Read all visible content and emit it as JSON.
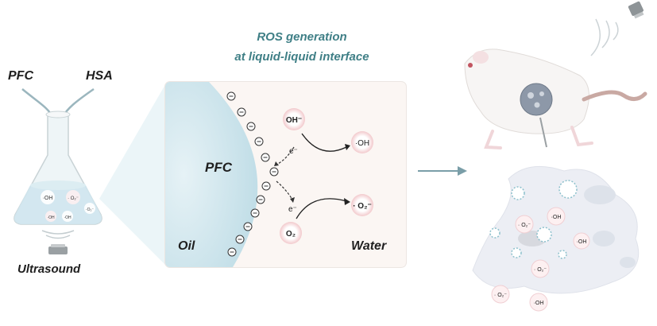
{
  "flask": {
    "pfc": "PFC",
    "hsa": "HSA",
    "ultrasound": "Ultrasound",
    "oh": "·OH",
    "o2": "· O₂⁻",
    "oh2": "·OH",
    "oh3": "·OH",
    "o22": "·O₂⁻"
  },
  "title": {
    "line1": "ROS generation",
    "line2": "at liquid-liquid interface"
  },
  "panel": {
    "pfc": "PFC",
    "oil": "Oil",
    "water": "Water",
    "oh_minus": "OH⁻",
    "oh_radical": "·OH",
    "o2": "O₂",
    "superoxide": "· O₂⁻",
    "e1": "e⁻",
    "e2": "e⁻"
  },
  "tumor": {
    "labels": [
      "· O₂⁻",
      "·OH",
      "·OH",
      "· O₂⁻",
      "· O₂⁻",
      "·OH"
    ]
  },
  "colors": {
    "accent": "#3f7f86",
    "oil": "#c9e2ea",
    "arrow": "#7a9ea8"
  }
}
